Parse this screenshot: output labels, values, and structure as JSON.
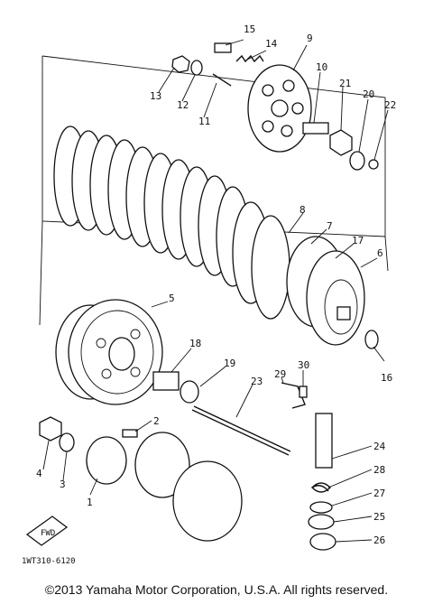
{
  "callouts": [
    "1",
    "2",
    "3",
    "4",
    "5",
    "6",
    "7",
    "8",
    "9",
    "10",
    "11",
    "12",
    "13",
    "14",
    "15",
    "16",
    "17",
    "18",
    "19",
    "20",
    "21",
    "22",
    "23",
    "24",
    "25",
    "26",
    "27",
    "28",
    "29",
    "30"
  ],
  "drawing_code": "1WT310-6120",
  "fwd_label": "FWD",
  "copyright": "©2013 Yamaha Motor Corporation, U.S.A. All rights reserved."
}
